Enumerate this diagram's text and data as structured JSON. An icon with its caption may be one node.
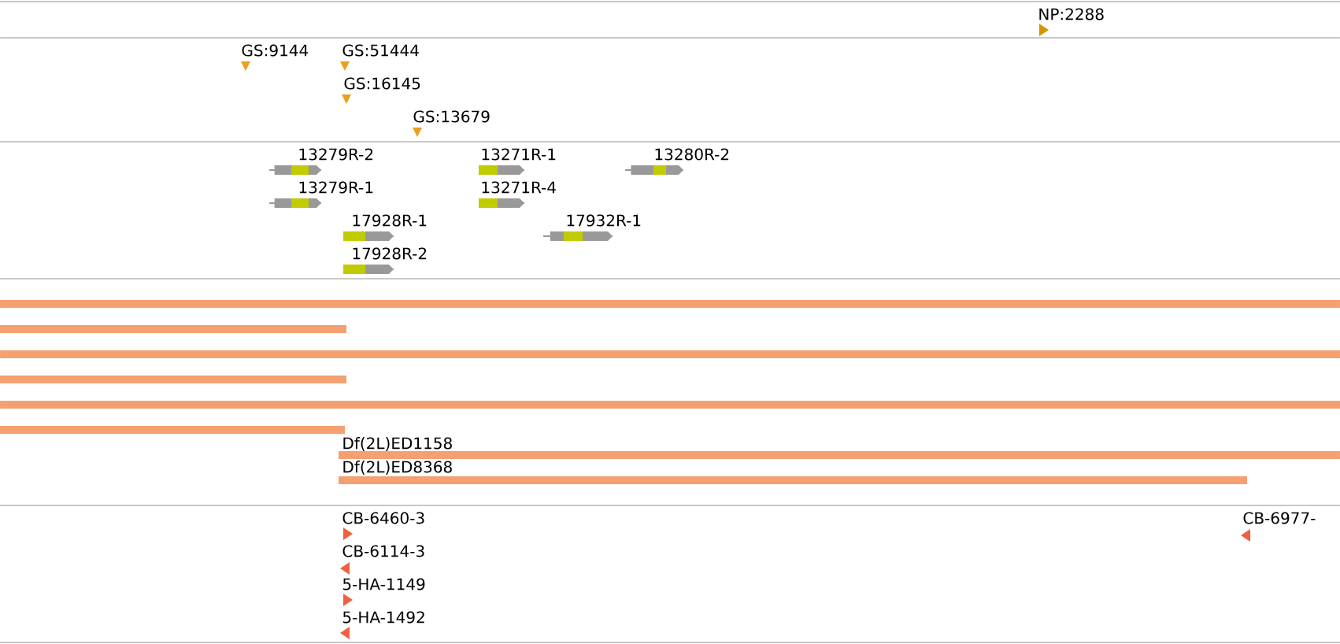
{
  "diagram": {
    "labels": [
      "NP:2288",
      "GS:9144",
      "GS:51444",
      "GS:16145",
      "GS:13679",
      "13279R-2",
      "13271R-1",
      "13280R-2",
      "13279R-1",
      "13271R-4",
      "17928R-1",
      "17932R-1",
      "17928R-2",
      "Df(2L)ED1158",
      "Df(2L)ED8368",
      "CB-6460-3",
      "CB-6977-",
      "CB-6114-3",
      "5-HA-1149",
      "5-HA-1492"
    ]
  }
}
